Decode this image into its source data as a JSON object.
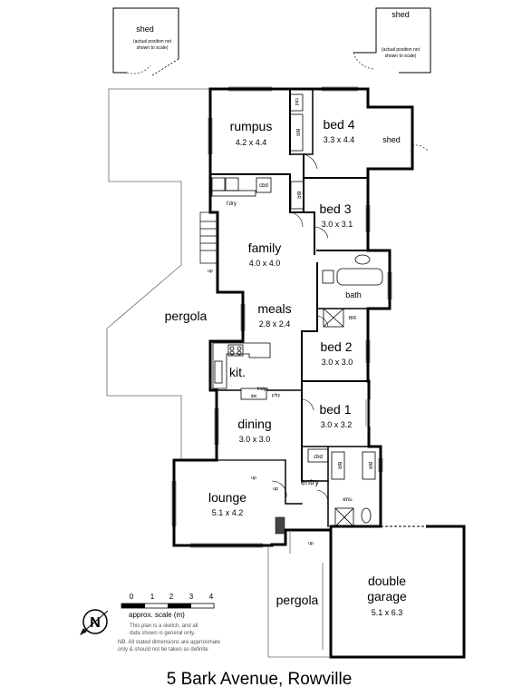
{
  "title": "5 Bark Avenue, Rowville",
  "rooms": {
    "rumpus": {
      "name": "rumpus",
      "dims": "4.2 x 4.4"
    },
    "bed4": {
      "name": "bed 4",
      "dims": "3.3 x 4.4"
    },
    "bed3": {
      "name": "bed 3",
      "dims": "3.0 x 3.1"
    },
    "family": {
      "name": "family",
      "dims": "4.0 x 4.0"
    },
    "meals": {
      "name": "meals",
      "dims": "2.8 x 2.4"
    },
    "bed2": {
      "name": "bed 2",
      "dims": "3.0 x 3.0"
    },
    "bed1": {
      "name": "bed 1",
      "dims": "3.0 x 3.2"
    },
    "dining": {
      "name": "dining",
      "dims": "3.0 x 3.0"
    },
    "lounge": {
      "name": "lounge",
      "dims": "5.1 x 4.2"
    },
    "garage": {
      "name_line1": "double",
      "name_line2": "garage",
      "dims": "5.1 x 6.3"
    }
  },
  "labels": {
    "kitchen": "kit.",
    "laundry": "l'dry",
    "bath": "bath",
    "ensuite": "ens.",
    "entry": "entry",
    "pergola_side": "pergola",
    "pergola_front": "pergola",
    "shed_right": "shed",
    "cbd": "cbd",
    "bir": "BIR",
    "pantry": "p'try",
    "fridge": "fridge",
    "dw": "dw",
    "up": "up"
  },
  "sheds": {
    "name": "shed",
    "note_line1": "(actual position not",
    "note_line2": "shown to scale)"
  },
  "scale": {
    "ticks": [
      "0",
      "1",
      "2",
      "3",
      "4"
    ],
    "label": "approx. scale (m)"
  },
  "compass": {
    "letter": "N"
  },
  "notes": [
    "This plan is a sketch, and all",
    "data shown is general only.",
    "NB. All stated dimensions are approximate",
    "only & should not be taken as definite"
  ]
}
